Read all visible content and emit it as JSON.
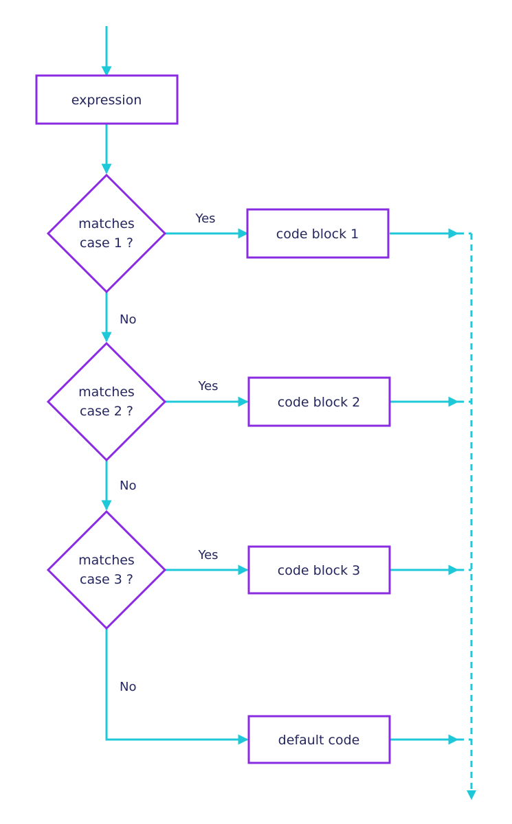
{
  "colors": {
    "node_stroke": "#8a2be2",
    "node_fill": "#ffffff",
    "edge": "#1ec8d8",
    "text": "#25265e"
  },
  "nodes": {
    "expression": "expression",
    "decision_1": {
      "line1": "matches",
      "line2": "case 1 ?"
    },
    "decision_2": {
      "line1": "matches",
      "line2": "case 2 ?"
    },
    "decision_3": {
      "line1": "matches",
      "line2": "case 3 ?"
    },
    "code_block_1": "code block 1",
    "code_block_2": "code block 2",
    "code_block_3": "code block 3",
    "default_code": "default code"
  },
  "edge_labels": {
    "yes_1": "Yes",
    "yes_2": "Yes",
    "yes_3": "Yes",
    "no_1": "No",
    "no_2": "No",
    "no_3": "No"
  }
}
